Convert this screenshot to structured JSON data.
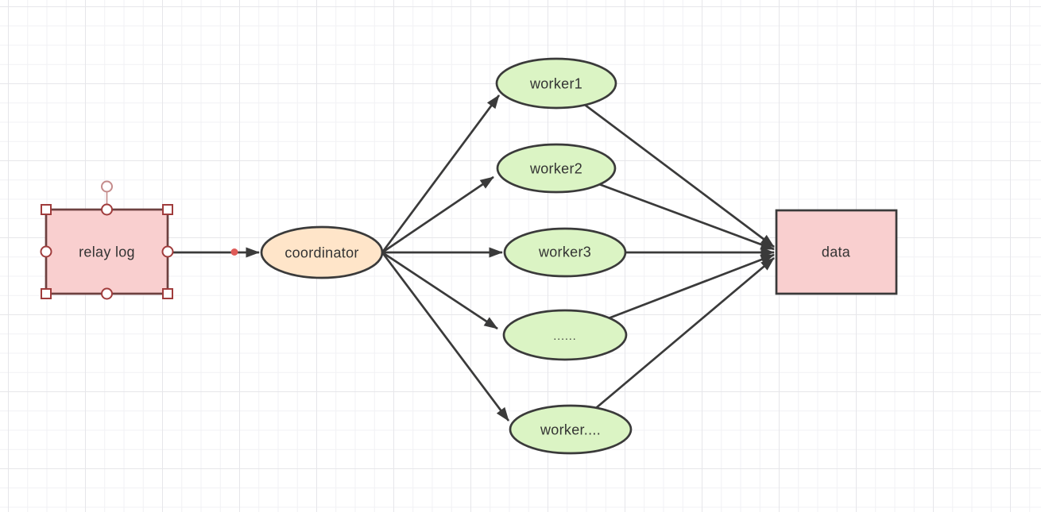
{
  "colors": {
    "canvas_bg": "#ffffff",
    "grid_minor": "#f1f1f4",
    "grid_major": "#e6e6ea",
    "edge": "#3a3a3a",
    "text": "#333333",
    "selection_handle_fill": "#ffffff",
    "selection_handle_stroke": "#a03c3c",
    "rotation_handle_stroke": "#c48b8b",
    "endpoint_dot": "#df5b58"
  },
  "diagram": {
    "nodes": [
      {
        "id": "relay-log",
        "label": "relay log",
        "shape": "rectangle",
        "fill": "#f9cfcf",
        "stroke": "#6e4140",
        "selected": true
      },
      {
        "id": "coordinator",
        "label": "coordinator",
        "shape": "ellipse",
        "fill": "#ffe5c9",
        "stroke": "#3a3a3a",
        "selected": false
      },
      {
        "id": "worker1",
        "label": "worker1",
        "shape": "ellipse",
        "fill": "#dbf4c4",
        "stroke": "#3a3a3a",
        "selected": false
      },
      {
        "id": "worker2",
        "label": "worker2",
        "shape": "ellipse",
        "fill": "#dbf4c4",
        "stroke": "#3a3a3a",
        "selected": false
      },
      {
        "id": "worker3",
        "label": "worker3",
        "shape": "ellipse",
        "fill": "#dbf4c4",
        "stroke": "#3a3a3a",
        "selected": false
      },
      {
        "id": "worker-ellipsis",
        "label": "......",
        "shape": "ellipse",
        "fill": "#dbf4c4",
        "stroke": "#3a3a3a",
        "selected": false
      },
      {
        "id": "worker-more",
        "label": "worker....",
        "shape": "ellipse",
        "fill": "#dbf4c4",
        "stroke": "#3a3a3a",
        "selected": false
      },
      {
        "id": "data",
        "label": "data",
        "shape": "rectangle",
        "fill": "#f9cfcf",
        "stroke": "#3a3a3a",
        "selected": false
      }
    ],
    "edges": [
      {
        "from": "relay-log",
        "to": "coordinator"
      },
      {
        "from": "coordinator",
        "to": "worker1"
      },
      {
        "from": "coordinator",
        "to": "worker2"
      },
      {
        "from": "coordinator",
        "to": "worker3"
      },
      {
        "from": "coordinator",
        "to": "worker-ellipsis"
      },
      {
        "from": "coordinator",
        "to": "worker-more"
      },
      {
        "from": "worker1",
        "to": "data"
      },
      {
        "from": "worker2",
        "to": "data"
      },
      {
        "from": "worker3",
        "to": "data"
      },
      {
        "from": "worker-ellipsis",
        "to": "data"
      },
      {
        "from": "worker-more",
        "to": "data"
      }
    ]
  },
  "selection": {
    "target": "relay-log",
    "handles": [
      "rotate",
      "nw",
      "n",
      "ne",
      "w",
      "e",
      "sw",
      "s",
      "se"
    ],
    "edge_endpoint_marker": "red-dot"
  }
}
